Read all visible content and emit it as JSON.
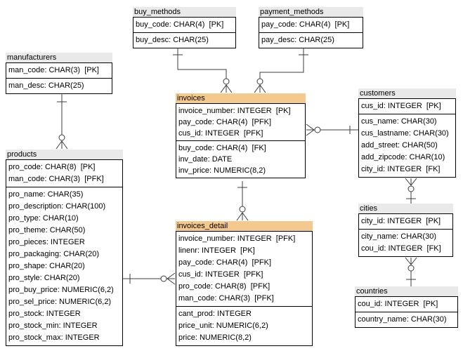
{
  "diagram": {
    "type": "entity-relationship-diagram",
    "notation": "crows-foot",
    "colors": {
      "plain_header": "#e9e9e9",
      "accent_header": "#f3c98f",
      "table_border": "#000000",
      "line": "#3c3c3c",
      "background": "#ffffff"
    },
    "tables": [
      {
        "id": "buy_methods",
        "title": "buy_methods",
        "accent": false,
        "sections": [
          [
            "buy_code: CHAR(4)  [PK]"
          ],
          [
            "buy_desc: CHAR(25)"
          ]
        ]
      },
      {
        "id": "payment_methods",
        "title": "payment_methods",
        "accent": false,
        "sections": [
          [
            "pay_code: CHAR(4)  [PK]"
          ],
          [
            "pay_desc: CHAR(25)"
          ]
        ]
      },
      {
        "id": "manufacturers",
        "title": "manufacturers",
        "accent": false,
        "sections": [
          [
            "man_code: CHAR(3)  [PK]"
          ],
          [
            "man_desc: CHAR(25)"
          ]
        ]
      },
      {
        "id": "invoices",
        "title": "invoices",
        "accent": true,
        "sections": [
          [
            "invoice_number: INTEGER  [PK]",
            "pay_code: CHAR(4)  [PFK]",
            "cus_id: INTEGER  [PFK]"
          ],
          [
            "buy_code: CHAR(4)  [FK]",
            "inv_date: DATE",
            "inv_price: NUMERIC(8,2)"
          ]
        ]
      },
      {
        "id": "customers",
        "title": "customers",
        "accent": false,
        "sections": [
          [
            "cus_id: INTEGER  [PK]"
          ],
          [
            "cus_name: CHAR(30)",
            "cus_lastname: CHAR(30)",
            "add_street: CHAR(50)",
            "add_zipcode: CHAR(10)",
            "city_id: INTEGER  [FK]"
          ]
        ]
      },
      {
        "id": "products",
        "title": "products",
        "accent": false,
        "sections": [
          [
            "pro_code: CHAR(8)  [PK]",
            "man_code: CHAR(3)  [PFK]"
          ],
          [
            "pro_name: CHAR(35)",
            "pro_description: CHAR(100)",
            "pro_type: CHAR(10)",
            "pro_theme: CHAR(50)",
            "pro_pieces: INTEGER",
            "pro_packaging: CHAR(20)",
            "pro_shape: CHAR(20)",
            "pro_style: CHAR(20)",
            "pro_buy_price: NUMERIC(6,2)",
            "pro_sel_price: NUMERIC(6,2)",
            "pro_stock: INTEGER",
            "pro_stock_min: INTEGER",
            "pro_stock_max: INTEGER"
          ]
        ]
      },
      {
        "id": "invoices_detail",
        "title": "invoices_detail",
        "accent": true,
        "sections": [
          [
            "invoice_number: INTEGER  [PFK]",
            "linenr: INTEGER  [PK]",
            "pay_code: CHAR(4)  [PFK]",
            "cus_id: INTEGER  [PFK]",
            "pro_code: CHAR(8)  [PFK]",
            "man_code: CHAR(3)  [PFK]"
          ],
          [
            "cant_prod: INTEGER",
            "price_unit: NUMERIC(6,2)",
            "price: NUMERIC(8,2)"
          ]
        ]
      },
      {
        "id": "cities",
        "title": "cities",
        "accent": false,
        "sections": [
          [
            "city_id: INTEGER  [PK]"
          ],
          [
            "city_name: CHAR(30)",
            "cou_id: INTEGER  [FK]"
          ]
        ]
      },
      {
        "id": "countries",
        "title": "countries",
        "accent": false,
        "sections": [
          [
            "cou_id: INTEGER  [PK]"
          ],
          [
            "country_name: CHAR(30)"
          ]
        ]
      }
    ],
    "relationships": [
      {
        "parent": "buy_methods",
        "child": "invoices",
        "parent_cardinality": "one",
        "child_cardinality": "zero-or-many"
      },
      {
        "parent": "payment_methods",
        "child": "invoices",
        "parent_cardinality": "one",
        "child_cardinality": "zero-or-many"
      },
      {
        "parent": "manufacturers",
        "child": "products",
        "parent_cardinality": "one",
        "child_cardinality": "zero-or-many"
      },
      {
        "parent": "customers",
        "child": "invoices",
        "parent_cardinality": "one",
        "child_cardinality": "zero-or-many"
      },
      {
        "parent": "invoices",
        "child": "invoices_detail",
        "parent_cardinality": "one",
        "child_cardinality": "zero-or-many"
      },
      {
        "parent": "products",
        "child": "invoices_detail",
        "parent_cardinality": "one",
        "child_cardinality": "zero-or-many"
      },
      {
        "parent": "cities",
        "child": "customers",
        "parent_cardinality": "one",
        "child_cardinality": "zero-or-many"
      },
      {
        "parent": "countries",
        "child": "cities",
        "parent_cardinality": "one",
        "child_cardinality": "zero-or-many"
      }
    ]
  }
}
